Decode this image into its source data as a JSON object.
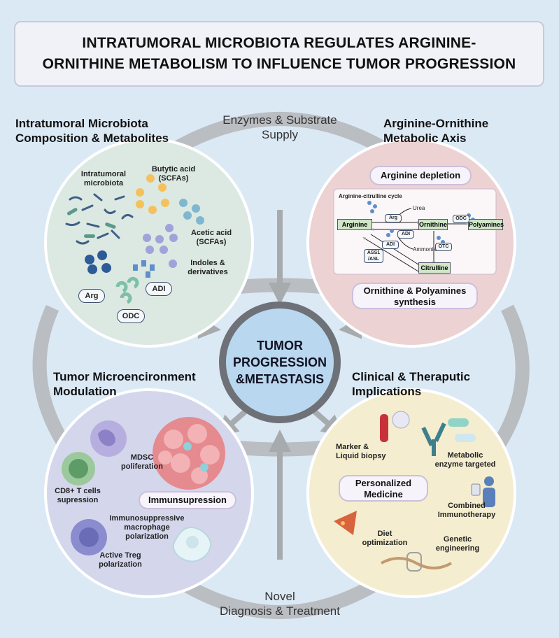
{
  "title": {
    "line1": "INTRATUMORAL MICROBIOTA REGULATES ARGININE-",
    "line2": "ORNITHINE METABOLISM TO INFLUENCE TUMOR PROGRESSION"
  },
  "arc_labels": {
    "top_line1": "Enzymes & Substrate",
    "top_line2": "Supply",
    "bottom_line1": "Novel",
    "bottom_line2": "Diagnosis & Treatment"
  },
  "center": {
    "line1": "TUMOR",
    "line2": "PROGRESSION",
    "line3": "&METASTASIS"
  },
  "sections": {
    "top_left": {
      "line1": "Intratumoral Microbiota",
      "line2": "Composition & Metabolites"
    },
    "top_right": {
      "line1": "Arginine-Ornithine",
      "line2": "Metabolic Axis"
    },
    "bottom_left": {
      "line1": "Tumor Microencironment",
      "line2": "Modulation"
    },
    "bottom_right": {
      "line1": "Clinical & Theraputic",
      "line2": "Implications"
    }
  },
  "microbiota": {
    "intratumoral_1": "Intratumoral",
    "intratumoral_2": "microbiota",
    "butytic_1": "Butytic acid",
    "butytic_2": "(SCFAs)",
    "acetic_1": "Acetic acid",
    "acetic_2": "(SCFAs)",
    "indoles_1": "Indoles &",
    "indoles_2": "derivatives",
    "arg": "Arg",
    "adi": "ADI",
    "odc": "ODC"
  },
  "metabolic": {
    "depletion": "Arginine depletion",
    "cycle_title": "Arginine-citrulline cycle",
    "arginine": "Arginine",
    "ornithine": "Ornithine",
    "polyamines": "Polyamines",
    "citrulline": "Citrulline",
    "urea": "Urea",
    "ammonia": "Ammonia",
    "arg": "Arg",
    "adi1": "ADI",
    "adi2": "ADI",
    "odc": "ODC",
    "otc": "OTC",
    "ass1_1": "ASS1",
    "ass1_2": "/ASL",
    "synthesis_1": "Ornithine & Polyamines",
    "synthesis_2": "synthesis"
  },
  "tme": {
    "mdsc_1": "MDSC",
    "mdsc_2": "poliferation",
    "cd8_1": "CD8+ T cells",
    "cd8_2": "supression",
    "immuno": "Immunsupression",
    "macro_1": "Immunosuppressive",
    "macro_2": "macrophage",
    "macro_3": "polarization",
    "treg_1": "Active Treg",
    "treg_2": "polarization"
  },
  "clinical": {
    "marker_1": "Marker &",
    "marker_2": "Liquid biopsy",
    "metabolic_1": "Metabolic",
    "metabolic_2": "enzyme targeted",
    "personalized_1": "Personalized",
    "personalized_2": "Medicine",
    "combined_1": "Combined",
    "combined_2": "Immunotherapy",
    "diet_1": "Diet",
    "diet_2": "optimization",
    "genetic_1": "Genetic",
    "genetic_2": "engineering"
  },
  "colors": {
    "background": "#dbe9f5",
    "arc": "#b9bcbf",
    "top_left_circle": "#dce8e2",
    "top_right_circle": "#ecd2d2",
    "bottom_left_circle": "#d4d6ec",
    "bottom_right_circle": "#f4edcf",
    "center_circle": "#b9d8f0"
  }
}
